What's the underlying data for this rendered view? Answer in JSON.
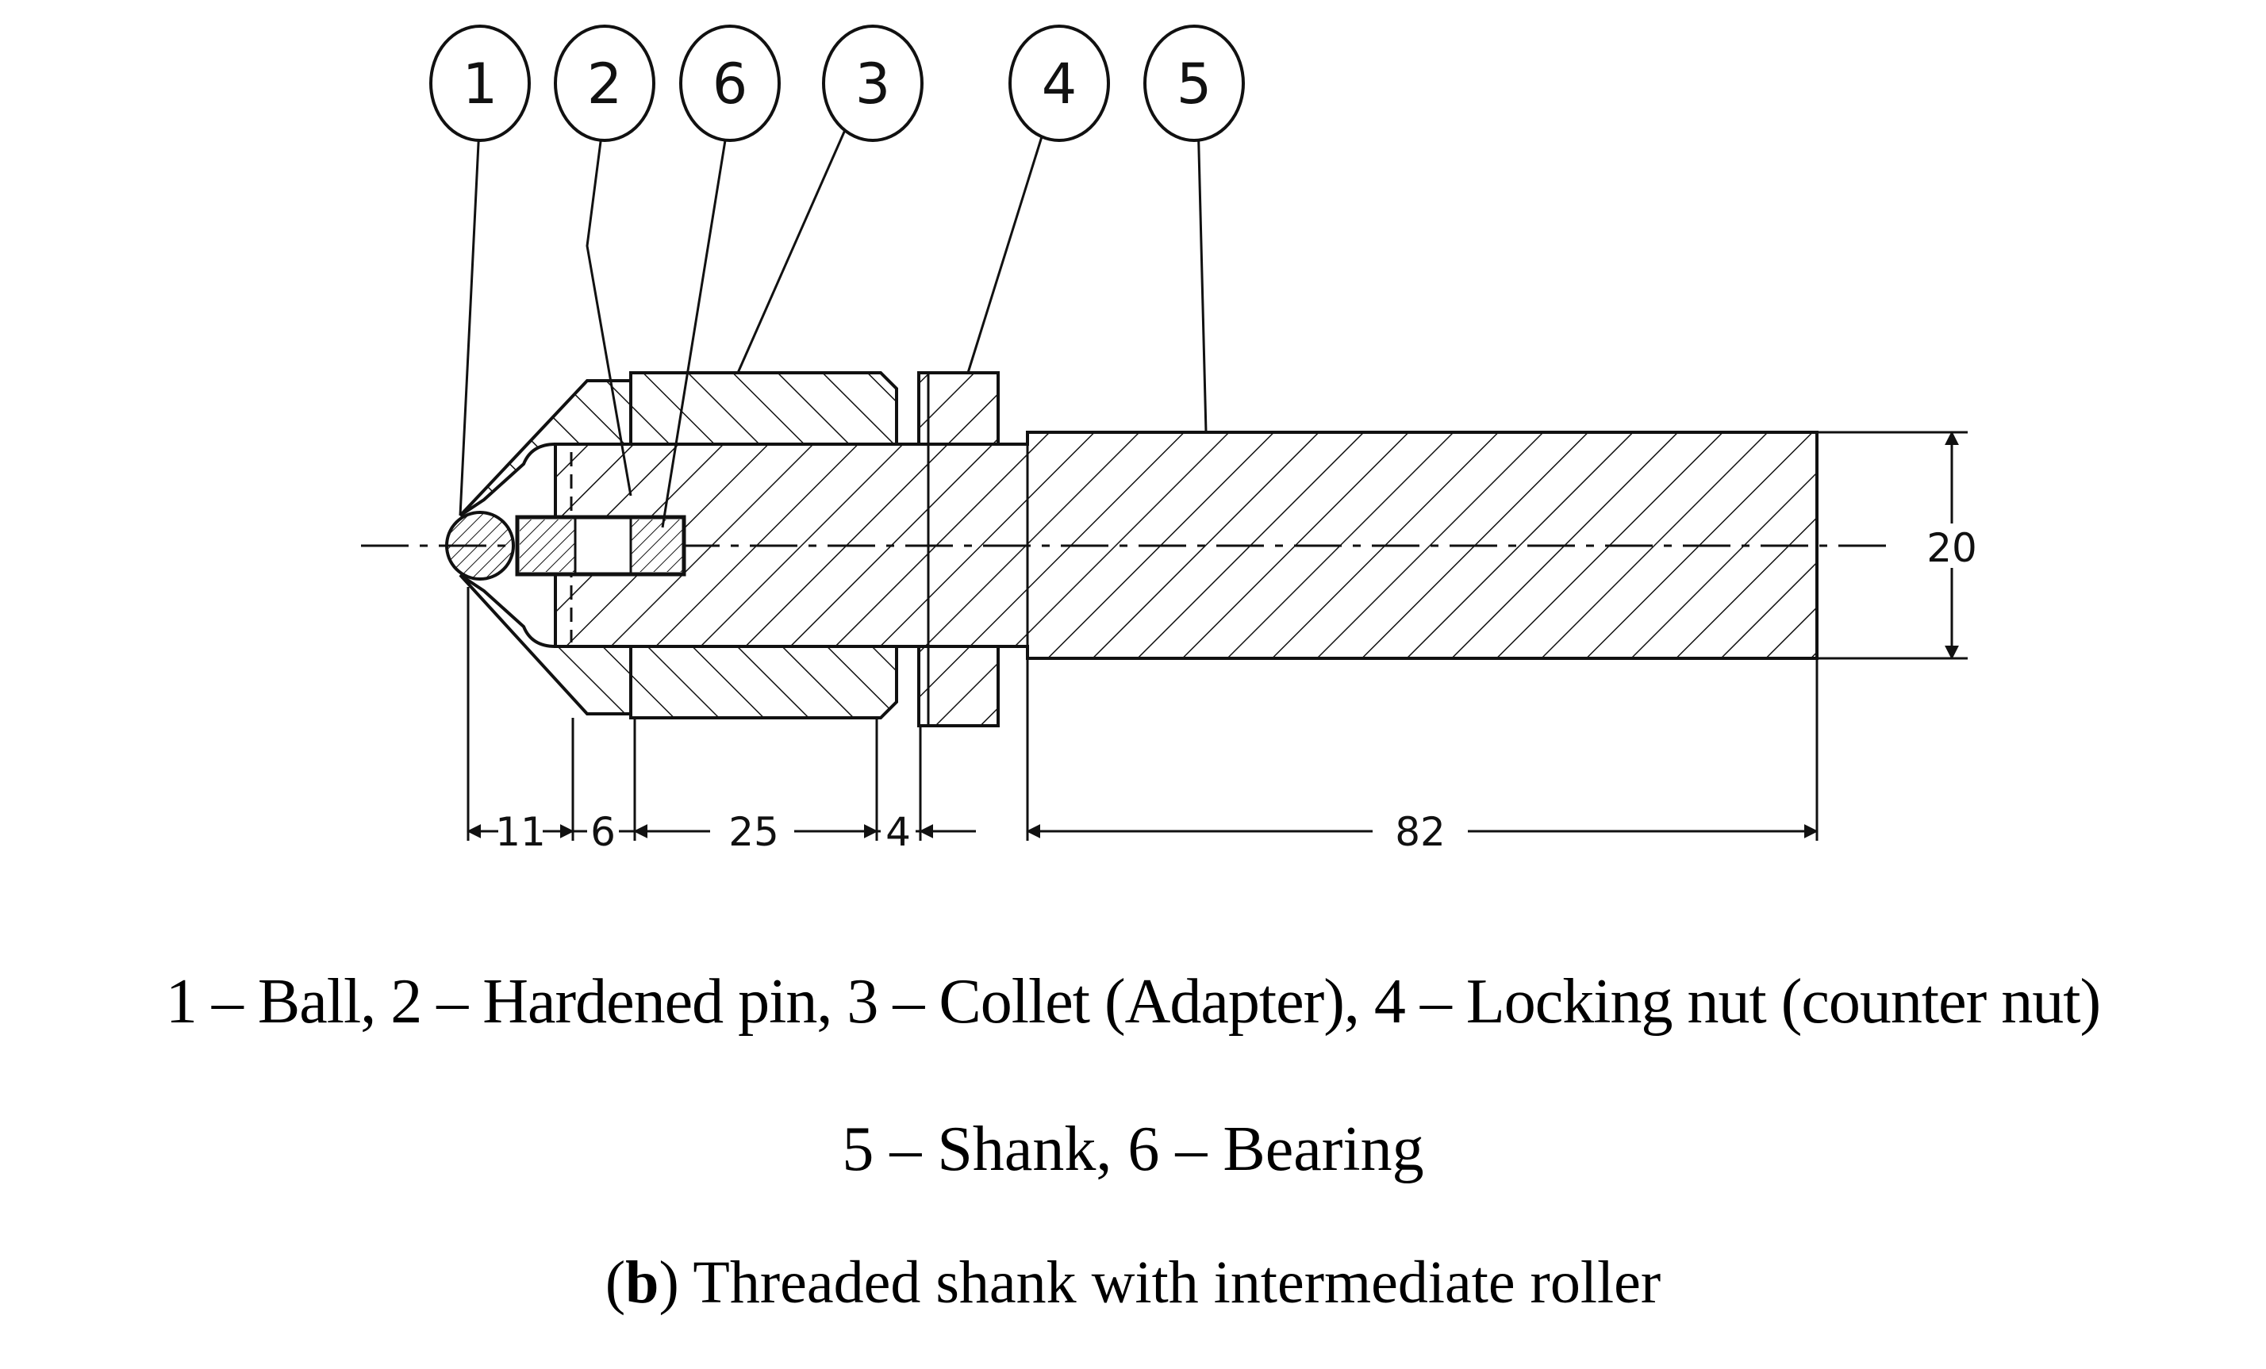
{
  "balloons": [
    {
      "id": "b1",
      "label": "1"
    },
    {
      "id": "b2",
      "label": "2"
    },
    {
      "id": "b6",
      "label": "6"
    },
    {
      "id": "b3",
      "label": "3"
    },
    {
      "id": "b4",
      "label": "4"
    },
    {
      "id": "b5",
      "label": "5"
    }
  ],
  "dimensions": {
    "ball": "11",
    "hardened_pin": "6",
    "collet": "25",
    "locking_nut": "4",
    "shank_length": "82",
    "shank_diameter": "20"
  },
  "legend": {
    "line1": "1 – Ball, 2 – Hardened pin, 3 – Collet (Adapter), 4 – Locking nut (counter nut)",
    "line2": "5 – Shank, 6 – Bearing"
  },
  "caption": {
    "letter": "b",
    "open": "(",
    "close": ")",
    "text": " Threaded shank with intermediate roller"
  },
  "colors": {
    "ink": "#111111",
    "background": "#ffffff"
  }
}
